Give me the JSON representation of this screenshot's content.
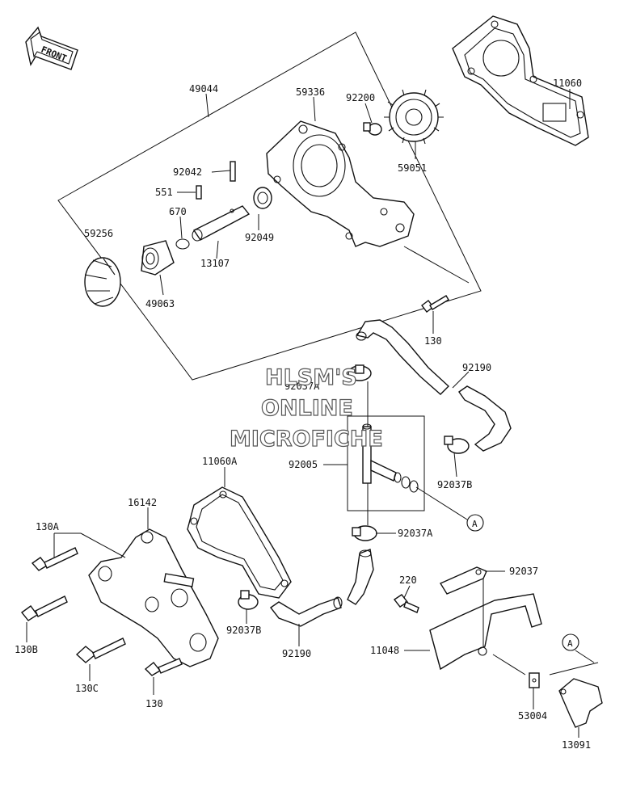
{
  "watermark": {
    "line1": "HLSM'S",
    "line2": "ONLINE",
    "line3": "MICROFICHE"
  },
  "front_badge": "FRONT",
  "ref_marker": "A",
  "parts": {
    "p49044": "49044",
    "p59336": "59336",
    "p92200": "92200",
    "p11060": "11060",
    "p92042": "92042",
    "p551": "551",
    "p670": "670",
    "p59256": "59256",
    "p59051": "59051",
    "p92049": "92049",
    "p13107": "13107",
    "p49063": "49063",
    "p130_top": "130",
    "p92190_top": "92190",
    "p92037A_top": "92037A",
    "p92005": "92005",
    "p92037B_right": "92037B",
    "p11060A": "11060A",
    "p16142": "16142",
    "p130A": "130A",
    "p92037A_mid": "92037A",
    "p92037": "92037",
    "p220": "220",
    "p130B": "130B",
    "p11048": "11048",
    "p92037B_left": "92037B",
    "p92190_bottom": "92190",
    "p130C": "130C",
    "p53004": "53004",
    "p130_bottom": "130",
    "p13091": "13091"
  }
}
